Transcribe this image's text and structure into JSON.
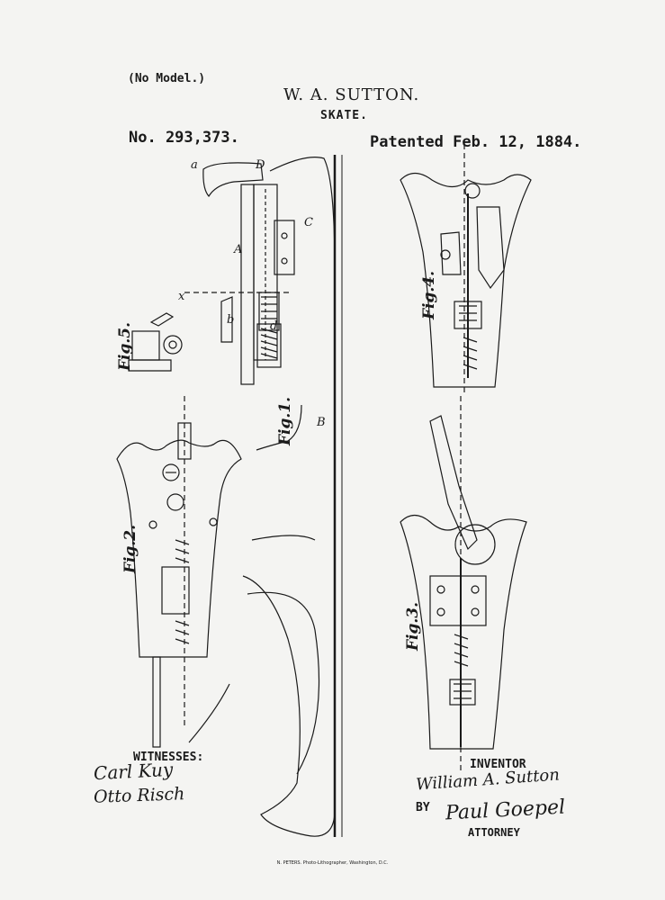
{
  "header": {
    "no_model": "(No Model.)",
    "inventor_name": "W. A. SUTTON.",
    "title": "SKATE.",
    "patent_number": "No. 293,373.",
    "patent_date": "Patented Feb. 12, 1884."
  },
  "figures": {
    "fig1": "Fig.1.",
    "fig2": "Fig.2.",
    "fig3": "Fig.3.",
    "fig4": "Fig.4.",
    "fig5": "Fig.5."
  },
  "reference_letters": {
    "a": "a",
    "A": "A",
    "B": "B",
    "C": "C",
    "D": "D",
    "b": "b",
    "d": "d",
    "x": "x"
  },
  "signatures": {
    "witnesses_label": "WITNESSES:",
    "witness1": "Carl Kuy",
    "witness2": "Otto Risch",
    "inventor_label": "INVENTOR",
    "inventor_signature": "William A. Sutton",
    "by_label": "BY",
    "attorney_signature": "Paul Goepel",
    "attorney_label": "ATTORNEY"
  },
  "footer": {
    "printer": "N. PETERS. Photo-Lithographer, Washington, D.C."
  }
}
